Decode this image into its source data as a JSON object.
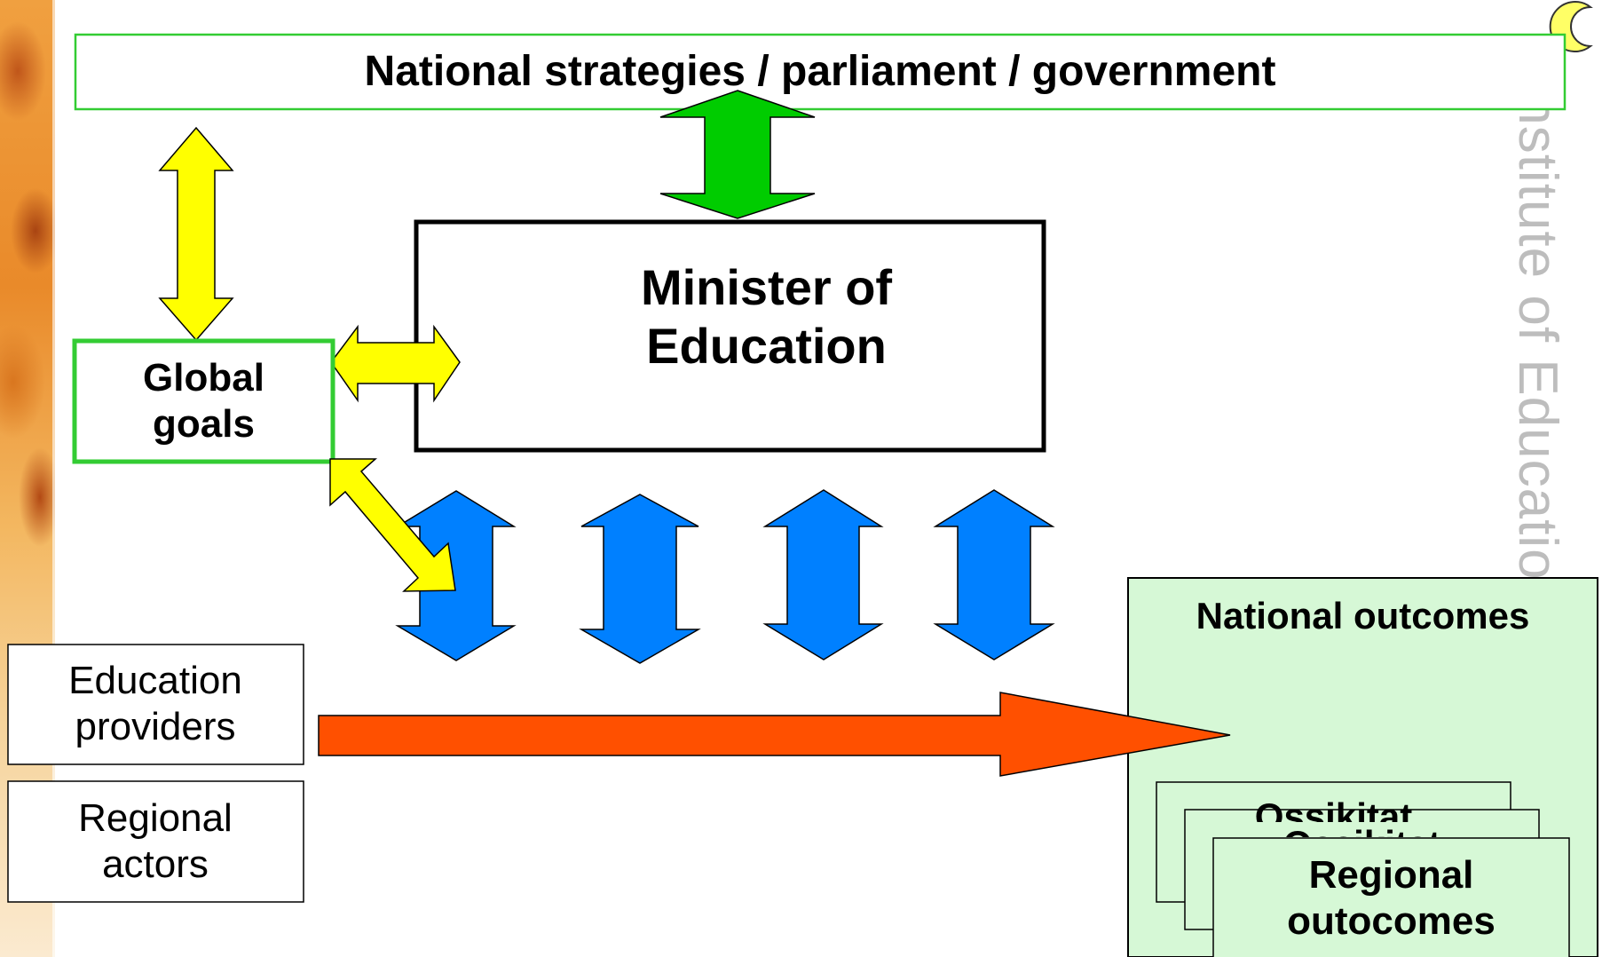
{
  "nodes": {
    "national_strategies": "National strategies / parliament / government",
    "minister": "Minister of Education",
    "global_goals": "Global goals",
    "education_providers": "Education providers",
    "regional_actors": "Regional actors",
    "national_outcomes": "National outcomes",
    "regional_outcomes": "Regional outocomes",
    "regional_outcomes_hidden_1": "Ossikitat",
    "regional_outcomes_hidden_2": "Ossikitat"
  },
  "watermark": "Institute of Educational Leadership",
  "colors": {
    "green_border": "#33cc33",
    "green_arrow": "#00cc00",
    "yellow_arrow": "#ffff00",
    "blue_arrow": "#0080ff",
    "orange_arrow": "#ff5000",
    "outcome_fill": "#d6f8d6"
  },
  "icons": {
    "crescent": "crescent-moon-icon"
  }
}
